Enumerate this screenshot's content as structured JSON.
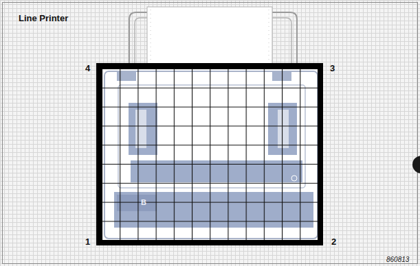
{
  "diagram": {
    "title": "Line Printer",
    "labels": [
      "4",
      "3",
      "1",
      "2",
      "B",
      "860813"
    ]
  }
}
